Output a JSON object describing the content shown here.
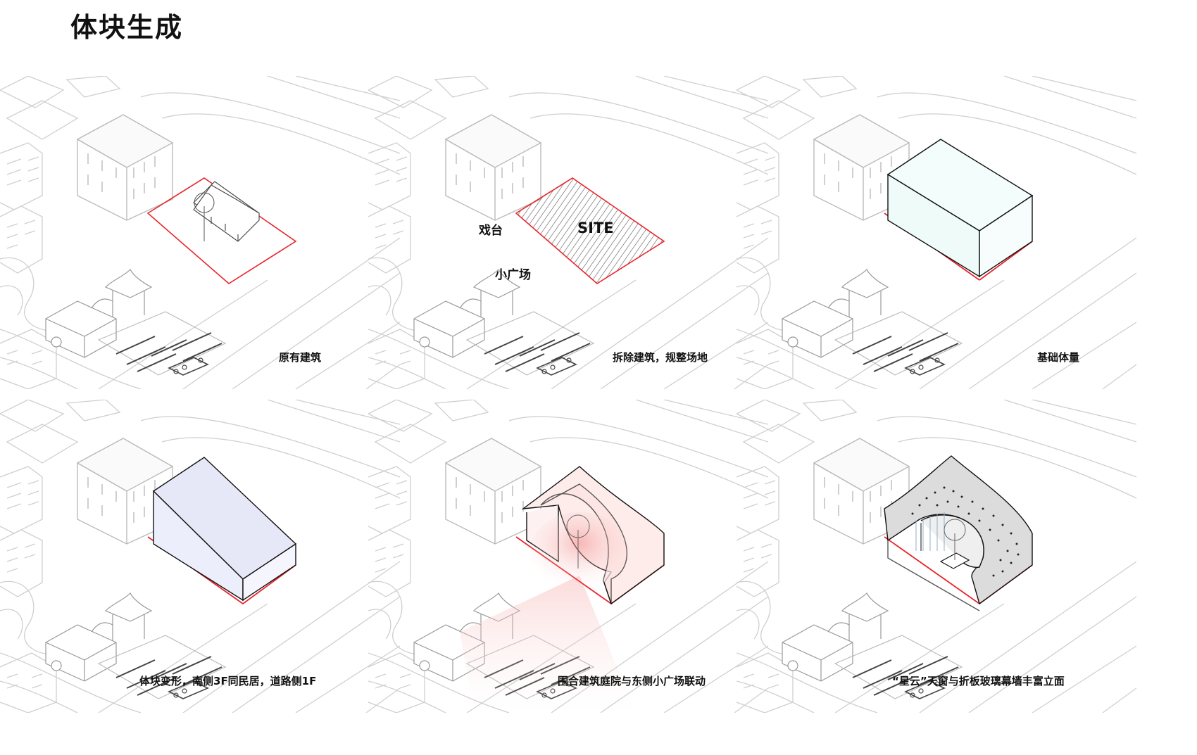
{
  "page": {
    "title": "体块生成"
  },
  "panels": [
    {
      "caption": "原有建筑"
    },
    {
      "caption": "拆除建筑，规整场地",
      "labels": {
        "stage": "戏台",
        "site": "SITE",
        "plaza": "小广场"
      }
    },
    {
      "caption": "基础体量"
    },
    {
      "caption": "体块变形，南侧3F同民居，道路侧1F"
    },
    {
      "caption": "围合建筑庭院与东侧小广场联动"
    },
    {
      "caption": "“星云”天窗与折板玻璃幕墙丰富立面"
    }
  ],
  "colors": {
    "site_outline": "#e8262b",
    "base_mass": "#eefbf8",
    "deformed_mass": "#eceefb",
    "courtyard_mass": "#fdecea",
    "nebula_roof": "#dcdcdc",
    "context_lines": "#cfcfcf"
  }
}
